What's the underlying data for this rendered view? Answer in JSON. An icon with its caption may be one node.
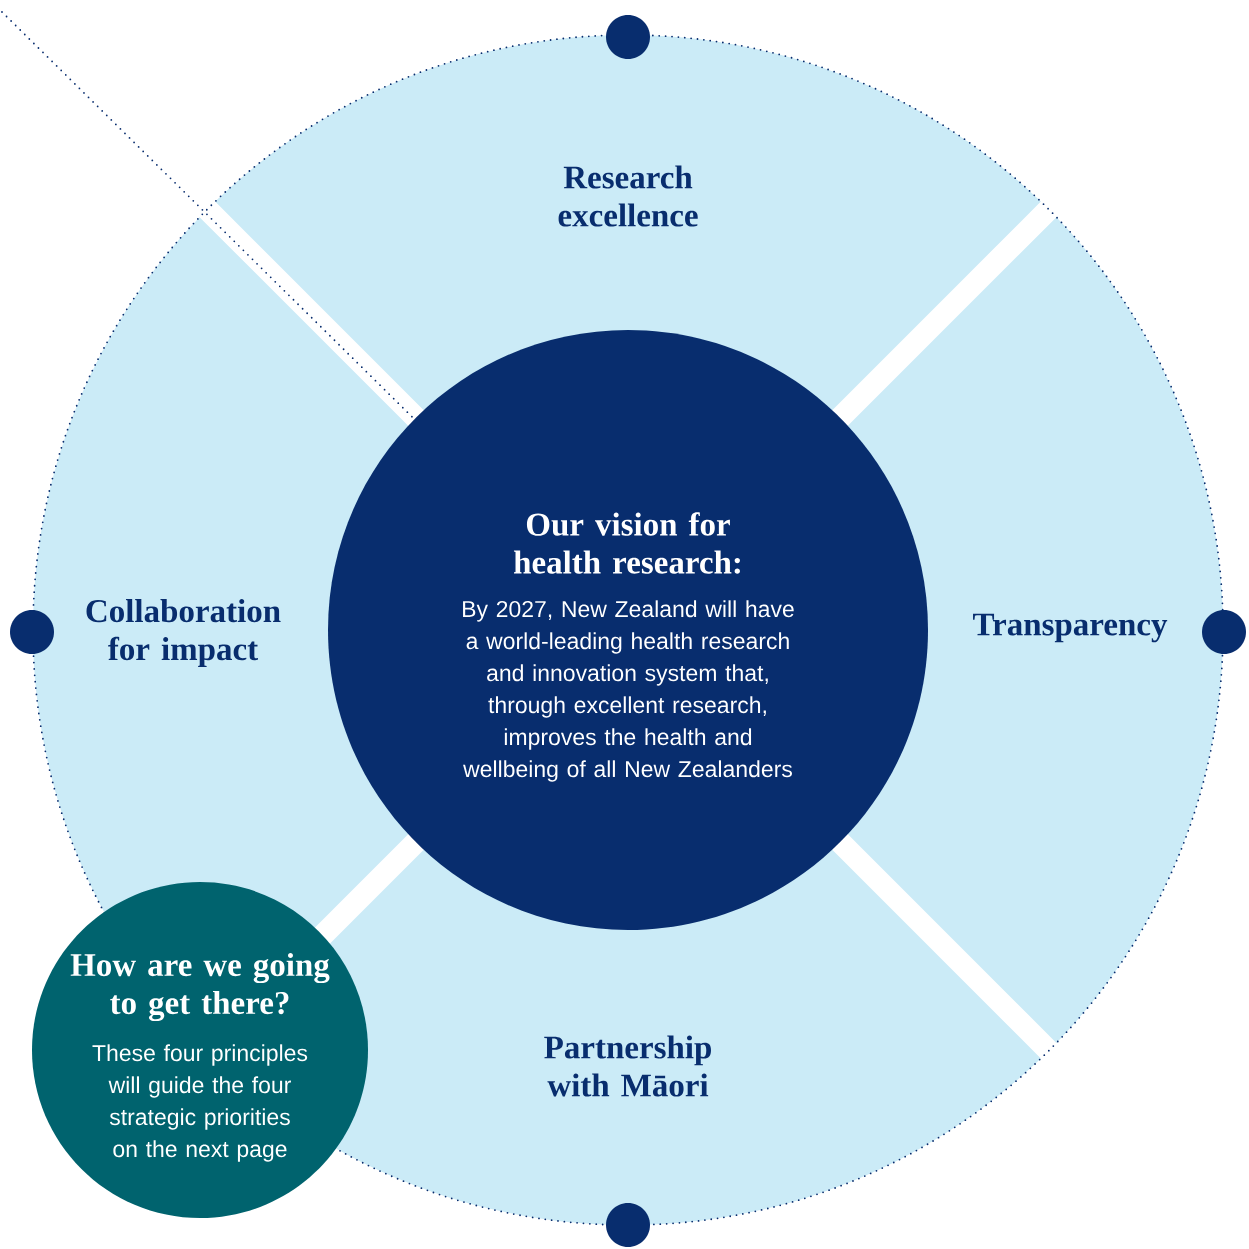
{
  "diagram": {
    "nodes": [
      {
        "text": [
          "Research excellence"
        ]
      },
      {
        "text": [
          "Collaboration for impact"
        ]
      },
      {
        "text": [
          "Our vision for health research:",
          "By 2027, New Zealand will have a world-leading health research and innovation system that, through excellent research, improves the health and wellbeing of all New Zealanders"
        ]
      },
      {
        "text": [
          "Transparency"
        ]
      },
      {
        "text": [
          "Partnership with Māori"
        ]
      },
      {
        "text": [
          "How are we going to get there?",
          "These four principles will guide the four strategic priorities on the next page"
        ]
      }
    ],
    "edges": [
      {
        "from": null,
        "to": 2,
        "arrow": "none"
      }
    ]
  }
}
